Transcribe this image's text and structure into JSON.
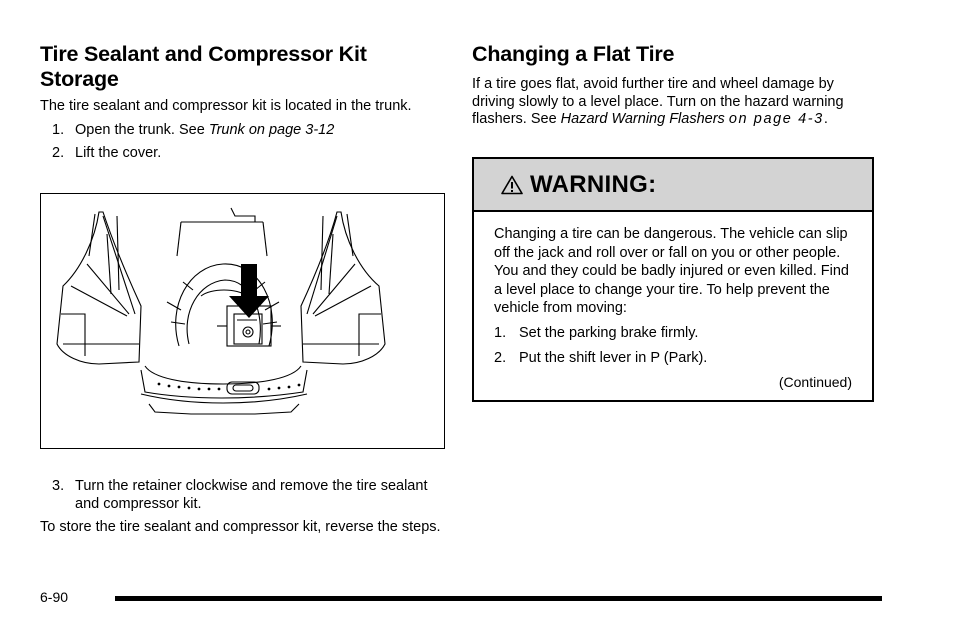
{
  "left": {
    "title": "Tire Sealant and Compressor Kit Storage",
    "intro": "The tire sealant and compressor kit is located in the trunk.",
    "steps_a": [
      {
        "num": "1.",
        "text": "Open the trunk. See ",
        "ref": "Trunk on page 3-12"
      },
      {
        "num": "2.",
        "text": "Lift the cover."
      }
    ],
    "steps_b": [
      {
        "num": "3.",
        "text": "Turn the retainer clockwise and remove the tire sealant and compressor kit."
      }
    ],
    "closing": "To store the tire sealant and compressor kit, reverse the steps."
  },
  "right": {
    "title": "Changing a Flat Tire",
    "intro": "If a tire goes flat, avoid further tire and wheel damage by driving slowly to a level place. Turn on the hazard warning flashers. See ",
    "ref_italic": "Hazard Warning Flashers",
    "ref_spaced": "on page 4-3",
    "ref_end": ".",
    "warning": {
      "title": "WARNING:",
      "text": "Changing a tire can be dangerous. The vehicle can slip off the jack and roll over or fall on you or other people. You and they could be badly injured or even killed. Find a level place to change your tire. To help prevent the vehicle from moving:",
      "steps": [
        {
          "num": "1.",
          "text": "Set the parking brake firmly."
        },
        {
          "num": "2.",
          "text": "Put the shift lever in P (Park)."
        }
      ],
      "continued": "(Continued)"
    }
  },
  "footer": {
    "page_number": "6-90"
  }
}
